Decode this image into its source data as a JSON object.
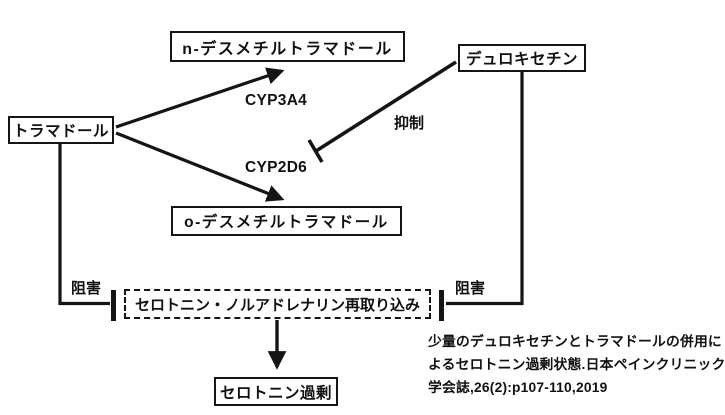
{
  "diagram": {
    "nodes": {
      "tramadol": {
        "label": "トラマドール"
      },
      "n_desmethyl": {
        "label": "n-デスメチルトラマドール"
      },
      "duloxetine": {
        "label": "デュロキセチン"
      },
      "o_desmethyl": {
        "label": "o-デスメチルトラマドール"
      },
      "reuptake": {
        "label": "セロトニン・ノルアドレナリン再取り込み"
      },
      "serotonin_excess": {
        "label": "セロトニン過剰"
      }
    },
    "edge_labels": {
      "cyp3a4": "CYP3A4",
      "cyp2d6": "CYP2D6",
      "inhibition": "抑制",
      "blockade_left": "阻害",
      "blockade_right": "阻害"
    },
    "citation": {
      "line1": "少量のデュロキセチンとトラマドールの併用に",
      "line2": "よるセロトニン過剰状態.日本ペインクリニック",
      "line3": "学会誌,26(2):p107-110,2019"
    },
    "colors": {
      "line": "#151515",
      "text": "#111111",
      "background": "#ffffff"
    }
  }
}
